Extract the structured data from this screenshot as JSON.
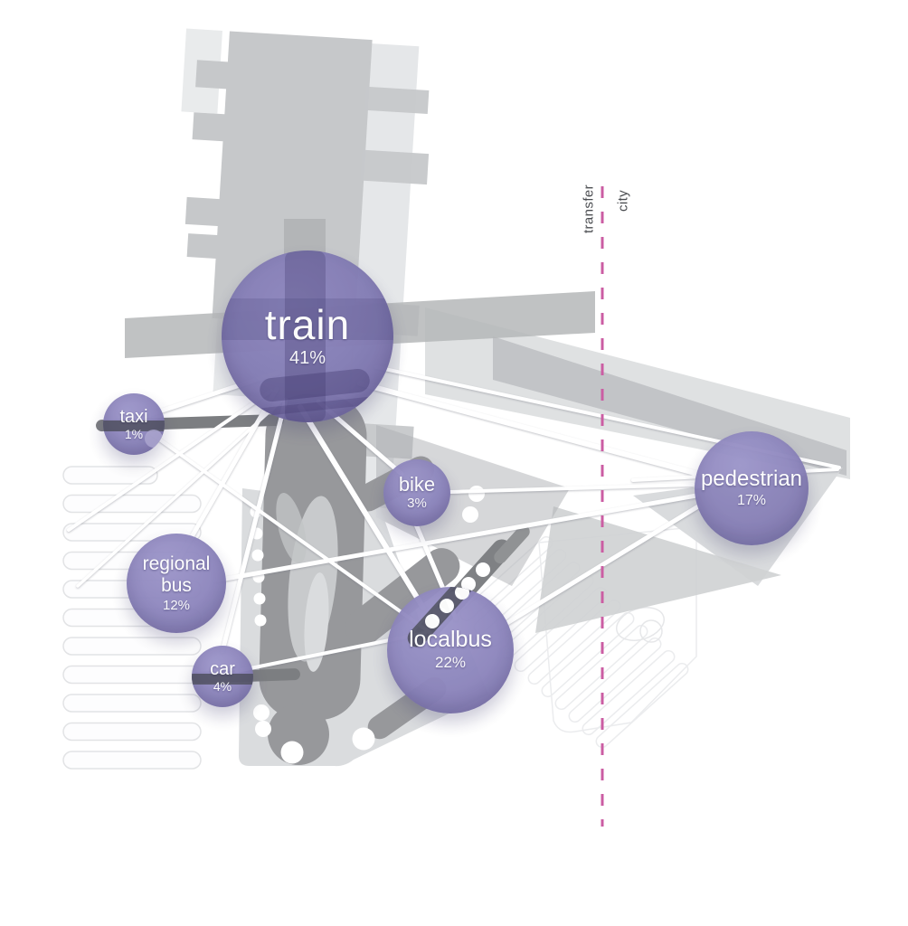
{
  "diagram": {
    "zones": [
      {
        "label": "transfer"
      },
      {
        "label": "city"
      }
    ],
    "nodes": [
      {
        "id": "train",
        "label": "train",
        "share": "41%"
      },
      {
        "id": "taxi",
        "label": "taxi",
        "share": "1%"
      },
      {
        "id": "bike",
        "label": "bike",
        "share": "3%"
      },
      {
        "id": "pedestrian",
        "label": "pedestrian",
        "share": "17%"
      },
      {
        "id": "regional-bus",
        "label": "regional bus",
        "share": "12%"
      },
      {
        "id": "car",
        "label": "car",
        "share": "4%"
      },
      {
        "id": "localbus",
        "label": "localbus",
        "share": "22%"
      }
    ],
    "colors": {
      "node-fill": "#8d86bd",
      "node-fill-light": "#9c95c9",
      "node-fill-dark": "#7b73ab",
      "train-fill": "#837cb4",
      "train-fill-dark": "#6e669f",
      "node-text": "#ffffff",
      "boundary-dash": "#cb5da3",
      "zone-text": "#4b4d51"
    }
  },
  "chart_data": {
    "type": "bubble",
    "categories": [
      "train",
      "taxi",
      "bike",
      "pedestrian",
      "regional bus",
      "car",
      "localbus"
    ],
    "values": [
      41,
      1,
      3,
      17,
      12,
      4,
      22
    ],
    "unit": "%",
    "annotations": [
      "transfer",
      "city"
    ]
  }
}
